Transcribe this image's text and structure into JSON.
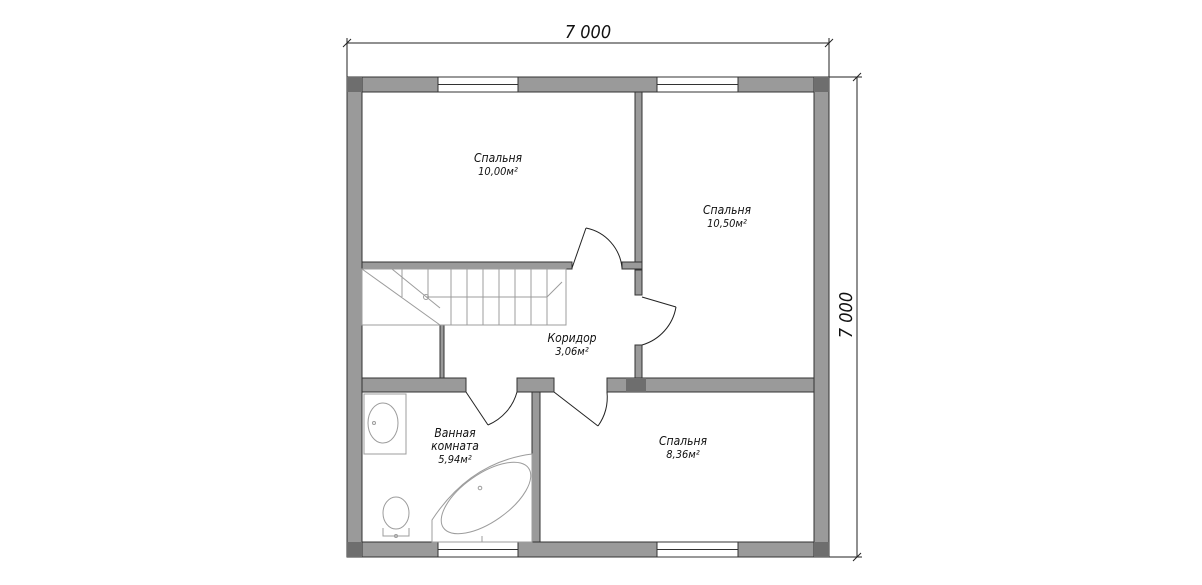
{
  "dimensions": {
    "width_label": "7 000",
    "height_label": "7 000"
  },
  "rooms": {
    "bedroom_top_left": {
      "name": "Спальня",
      "area": "10,00м²"
    },
    "bedroom_right": {
      "name": "Спальня",
      "area": "10,50м²"
    },
    "corridor": {
      "name": "Коридор",
      "area": "3,06м²"
    },
    "bathroom": {
      "name_line1": "Ванная",
      "name_line2": "комната",
      "area": "5,94м²"
    },
    "bedroom_bottom_right": {
      "name": "Спальня",
      "area": "8,36м²"
    }
  },
  "colors": {
    "wall": "#9a9a9a",
    "wall_stroke": "#333333",
    "corner": "#6e6e6e",
    "fixture": "#9c9c9c"
  }
}
